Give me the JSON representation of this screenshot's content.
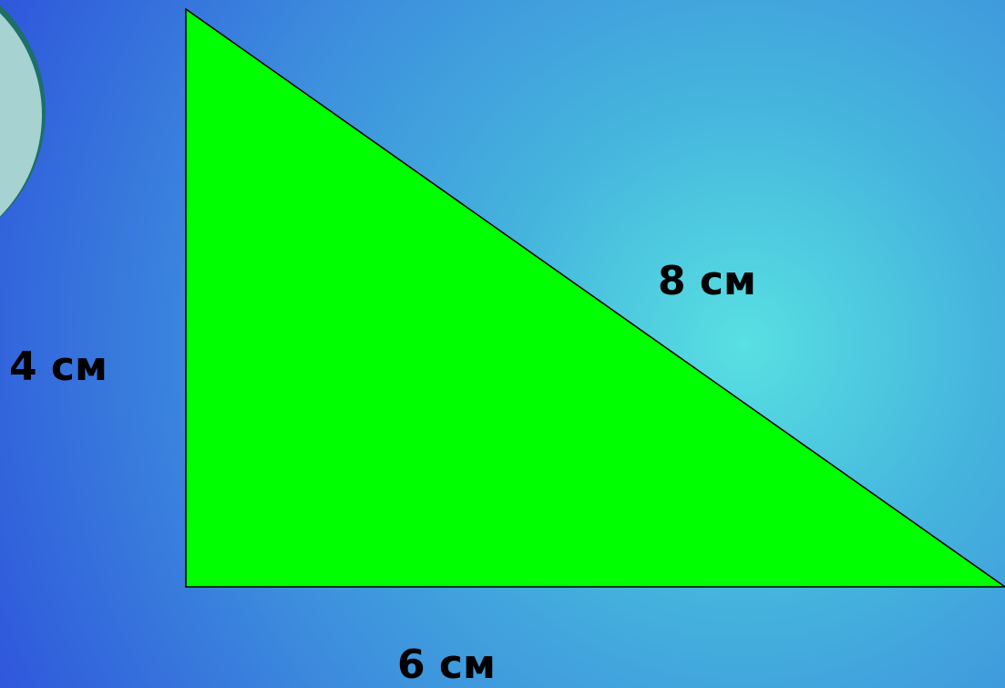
{
  "figure": {
    "shape": "right-triangle",
    "fill_color": "#00ff00",
    "stroke_color": "#000000",
    "decoration_color": "#a6d2d2",
    "decoration_edge_color": "#1e6f6a"
  },
  "labels": {
    "left_side": "4 см",
    "hypotenuse": "8 см",
    "bottom_side": "6 см"
  }
}
